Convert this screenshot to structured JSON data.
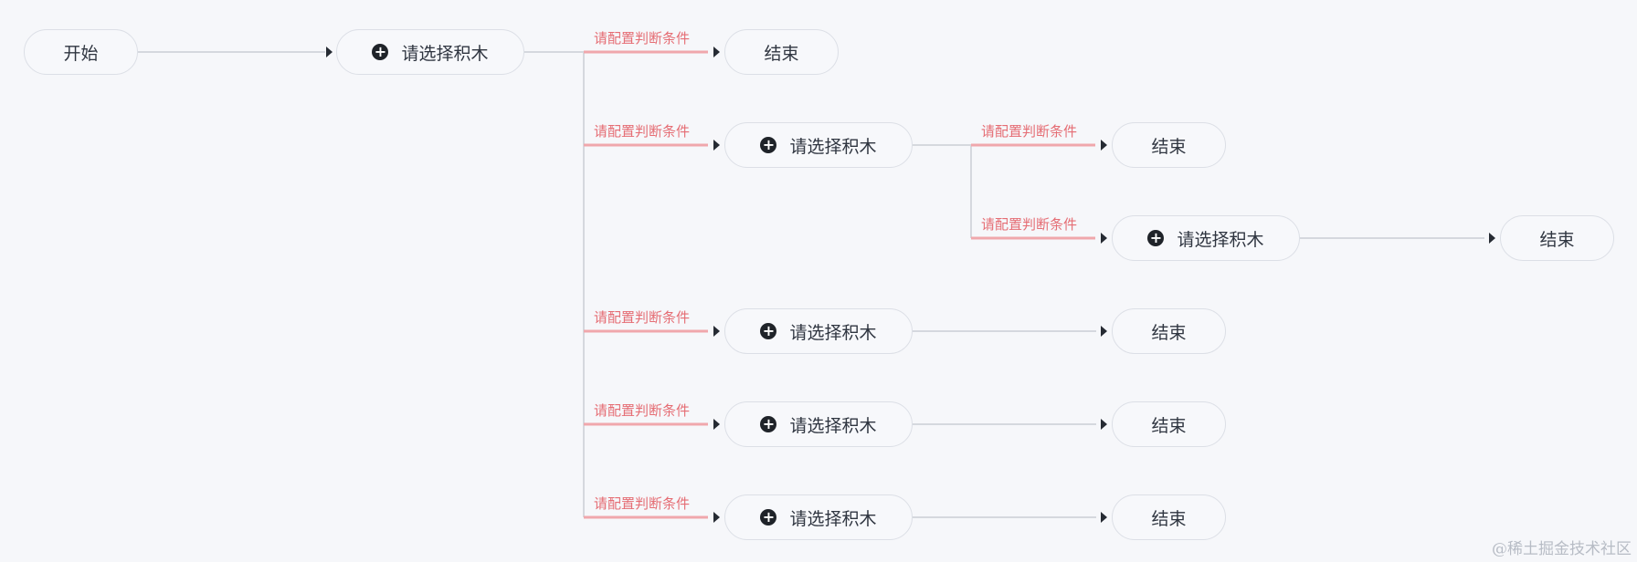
{
  "diagram": {
    "start_label": "开始",
    "end_label": "结束",
    "block_label": "请选择积木",
    "condition_label": "请配置判断条件",
    "add_icon": "plus-circle-icon",
    "colors": {
      "background": "#f6f7fa",
      "node_border": "#dcdfe6",
      "edge": "#d5d8de",
      "condition_edge": "#f0a7ac",
      "condition_text": "#e56d74",
      "arrow": "#262b33",
      "icon": "#1f2329"
    }
  },
  "watermark": "@稀土掘金技术社区"
}
